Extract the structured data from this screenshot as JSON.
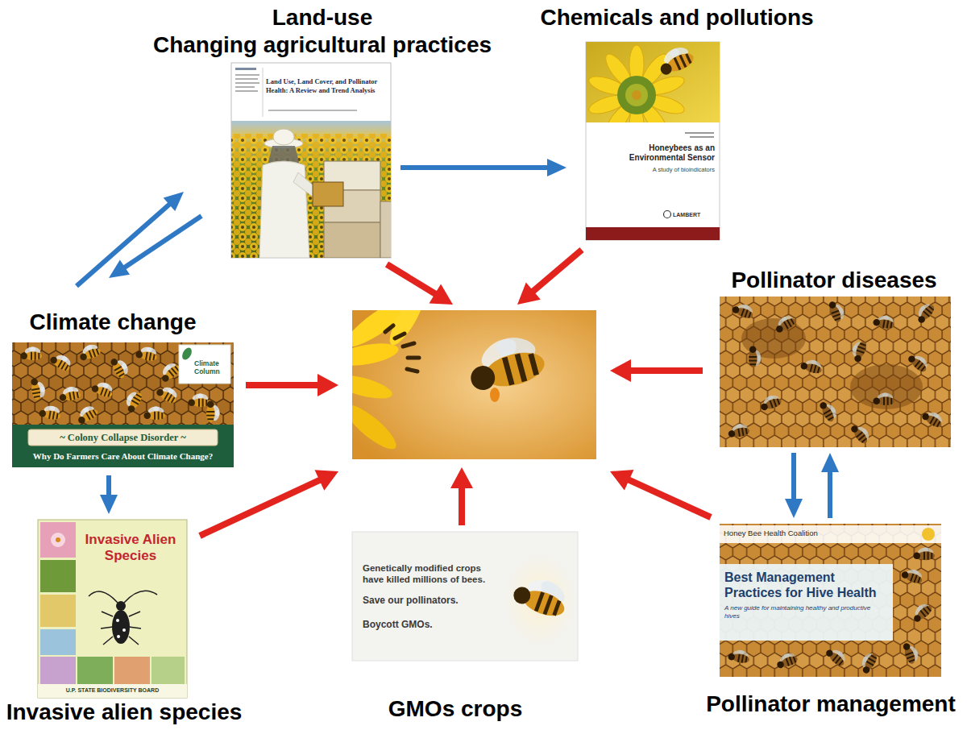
{
  "diagram": {
    "nodes": [
      {
        "text": [
          "Land-use",
          "Changing agricultural practices",
          "Land Use, Land Cover, and Pollinator Health: A Review and Trend Analysis"
        ]
      },
      {
        "text": [
          "Chemicals and pollutions",
          "Honeybees as an Environmental Sensor",
          "A study of bioindicators",
          "LAMBERT"
        ]
      },
      {
        "text": [
          "Climate change",
          "Climate Column",
          "~ Colony Collapse Disorder ~",
          "Why Do Farmers Care About Climate Change?"
        ]
      },
      {
        "text": []
      },
      {
        "text": [
          "Pollinator diseases"
        ]
      },
      {
        "text": [
          "Invasive Alien Species",
          "U.P. STATE BIODIVERSITY BOARD",
          "Invasive alien species"
        ]
      },
      {
        "text": [
          "Genetically modified crops have killed millions of bees.",
          "Save our pollinators.",
          "Boycott GMOs.",
          "GMOs crops"
        ]
      },
      {
        "text": [
          "Honey Bee Health Coalition",
          "Best Management Practices for Hive Health",
          "A new guide for maintaining healthy and productive hives",
          "Pollinator management"
        ]
      }
    ],
    "edges": [
      {
        "from": 0,
        "to": 1,
        "arrow": "to"
      },
      {
        "from": 2,
        "to": 0,
        "arrow": "to"
      },
      {
        "from": 0,
        "to": 2,
        "arrow": "to"
      },
      {
        "from": 2,
        "to": 5,
        "arrow": "to"
      },
      {
        "from": 0,
        "to": 3,
        "arrow": "to"
      },
      {
        "from": 1,
        "to": 3,
        "arrow": "to"
      },
      {
        "from": 2,
        "to": 3,
        "arrow": "to"
      },
      {
        "from": 4,
        "to": 3,
        "arrow": "to"
      },
      {
        "from": 4,
        "to": 7,
        "arrow": "to"
      },
      {
        "from": 7,
        "to": 4,
        "arrow": "to"
      },
      {
        "from": 5,
        "to": 3,
        "arrow": "to"
      },
      {
        "from": 6,
        "to": 3,
        "arrow": "to"
      },
      {
        "from": 7,
        "to": 3,
        "arrow": "to"
      }
    ]
  }
}
